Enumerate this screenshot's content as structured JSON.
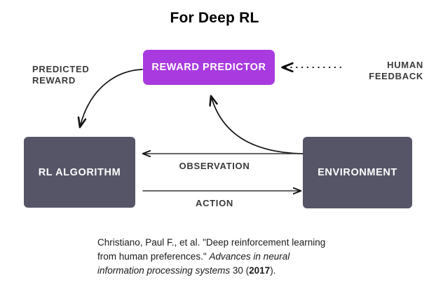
{
  "title": "For Deep RL",
  "colors": {
    "reward_predictor_fill": "#a93ae0",
    "node_fill": "#555567",
    "node_text": "#ffffff",
    "label_text": "#3a3a3a",
    "arrow": "#111111",
    "background": "#ffffff",
    "title_text": "#000000"
  },
  "diagram": {
    "type": "flow-diagram",
    "nodes": [
      {
        "id": "reward-predictor",
        "label": "REWARD PREDICTOR",
        "color": "#a93ae0"
      },
      {
        "id": "rl-algorithm",
        "label": "RL ALGORITHM",
        "color": "#555567"
      },
      {
        "id": "environment",
        "label": "ENVIRONMENT",
        "color": "#555567"
      }
    ],
    "edges": [
      {
        "id": "predicted-reward",
        "label": "PREDICTED\nREWARD",
        "from": "reward-predictor",
        "to": "rl-algorithm",
        "style": "curved-solid"
      },
      {
        "id": "human-feedback",
        "label": "HUMAN\nFEEDBACK",
        "from": "human",
        "to": "reward-predictor",
        "style": "dotted"
      },
      {
        "id": "observation",
        "label": "OBSERVATION",
        "from": "environment",
        "to": "rl-algorithm",
        "style": "straight-solid"
      },
      {
        "id": "action",
        "label": "ACTION",
        "from": "rl-algorithm",
        "to": "environment",
        "style": "straight-solid"
      },
      {
        "id": "environment-to-predictor",
        "label": "",
        "from": "environment",
        "to": "reward-predictor",
        "style": "curved-solid"
      }
    ]
  },
  "citation": {
    "authors": "Christiano, Paul F., et al.",
    "article_title": "\"Deep reinforcement learning from human preferences.\"",
    "venue": "Advances in neural information processing systems",
    "volume": "30",
    "year": "2017",
    "full_text": "Christiano, Paul F., et al. \"Deep reinforcement learning from human preferences.\" Advances in neural information processing systems 30 (2017)."
  }
}
